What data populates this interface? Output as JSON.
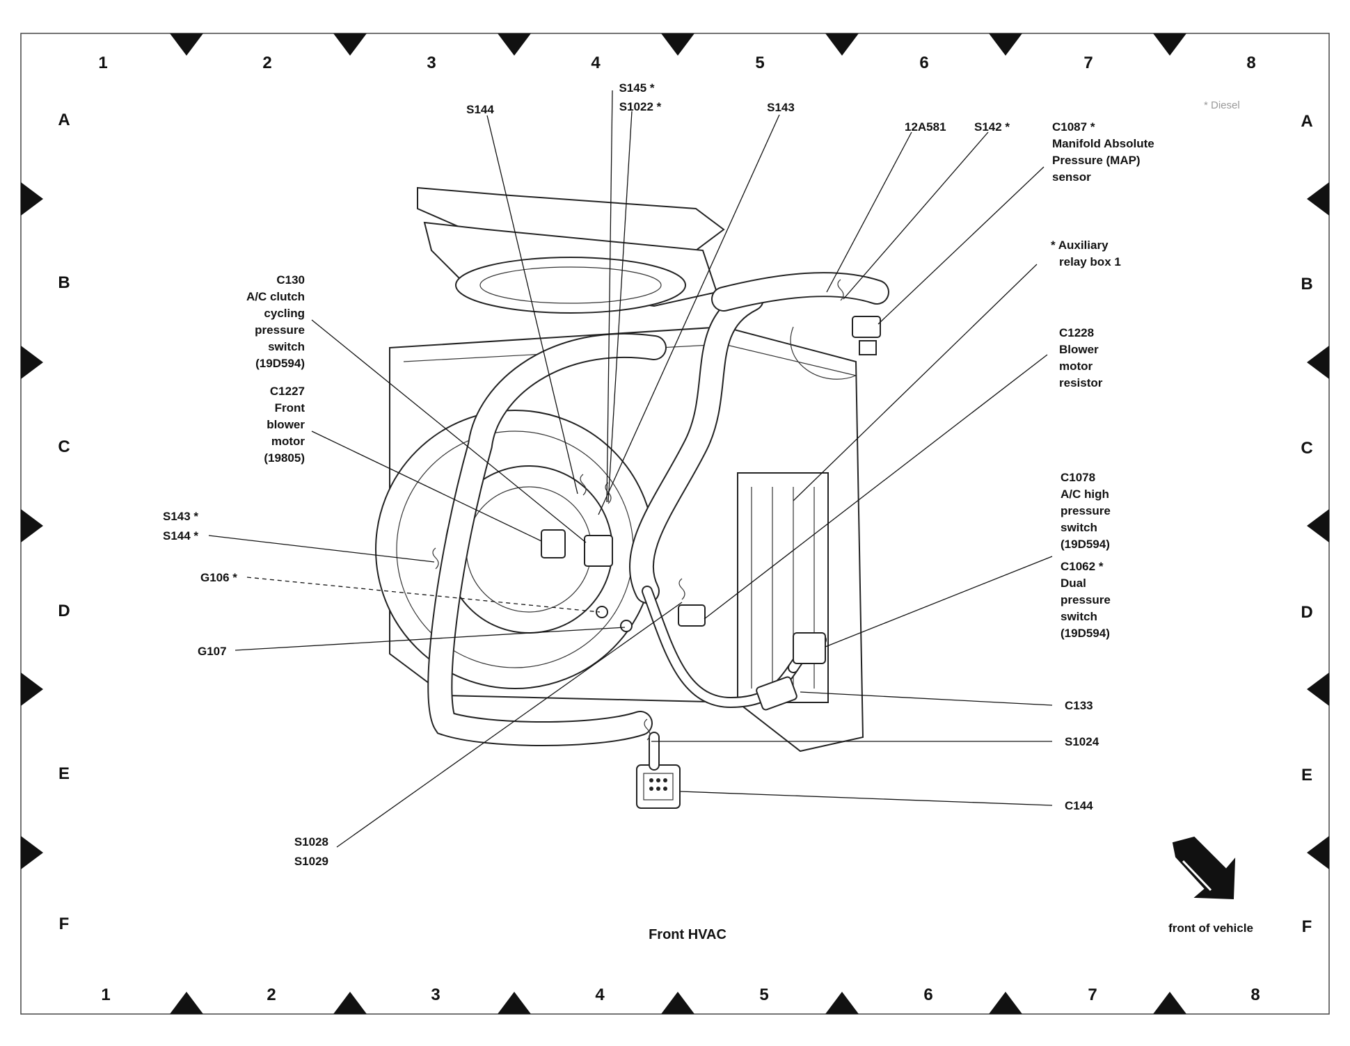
{
  "grid": {
    "columns": [
      "1",
      "2",
      "3",
      "4",
      "5",
      "6",
      "7",
      "8"
    ],
    "rows": [
      "A",
      "B",
      "C",
      "D",
      "E",
      "F"
    ]
  },
  "title": "Front HVAC",
  "corner_note": "* Diesel",
  "orientation_label": "front of vehicle",
  "callouts": {
    "s144_top": "S144",
    "s145": "S145 *",
    "s1022": "S1022 *",
    "s143_top": "S143",
    "a12a581": "12A581",
    "s142": "S142 *",
    "c1087": [
      "C1087 *",
      "Manifold Absolute",
      "Pressure (MAP)",
      "sensor"
    ],
    "aux_relay": [
      "* Auxiliary",
      "relay box 1"
    ],
    "c130": [
      "C130",
      "A/C clutch",
      "cycling",
      "pressure",
      "switch",
      "(19D594)"
    ],
    "c1227": [
      "C1227",
      "Front",
      "blower",
      "motor",
      "(19805)"
    ],
    "c1228": [
      "C1228",
      "Blower",
      "motor",
      "resistor"
    ],
    "c1078": [
      "C1078",
      "A/C high",
      "pressure",
      "switch",
      "(19D594)"
    ],
    "c1062": [
      "C1062 *",
      "Dual",
      "pressure",
      "switch",
      "(19D594)"
    ],
    "s143_left": "S143 *",
    "s144_left": "S144 *",
    "g106": "G106 *",
    "g107": "G107",
    "c133": "C133",
    "s1024": "S1024",
    "c144": "C144",
    "s1028": "S1028",
    "s1029": "S1029"
  }
}
